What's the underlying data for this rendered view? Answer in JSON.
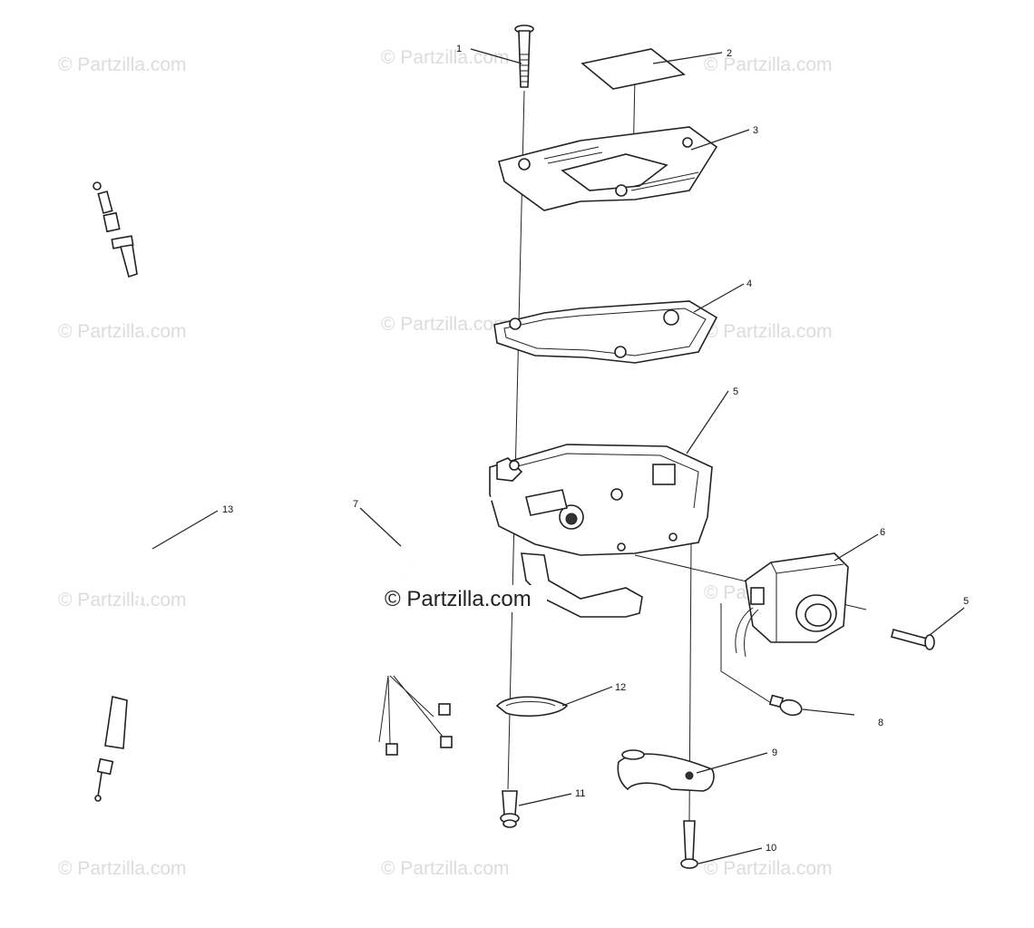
{
  "watermark": "© Partzilla.com",
  "center_watermark": "© Partzilla.com",
  "callouts": [
    "1",
    "2",
    "3",
    "4",
    "5",
    "6",
    "7",
    "5",
    "8",
    "9",
    "10",
    "11",
    "12",
    "13"
  ]
}
